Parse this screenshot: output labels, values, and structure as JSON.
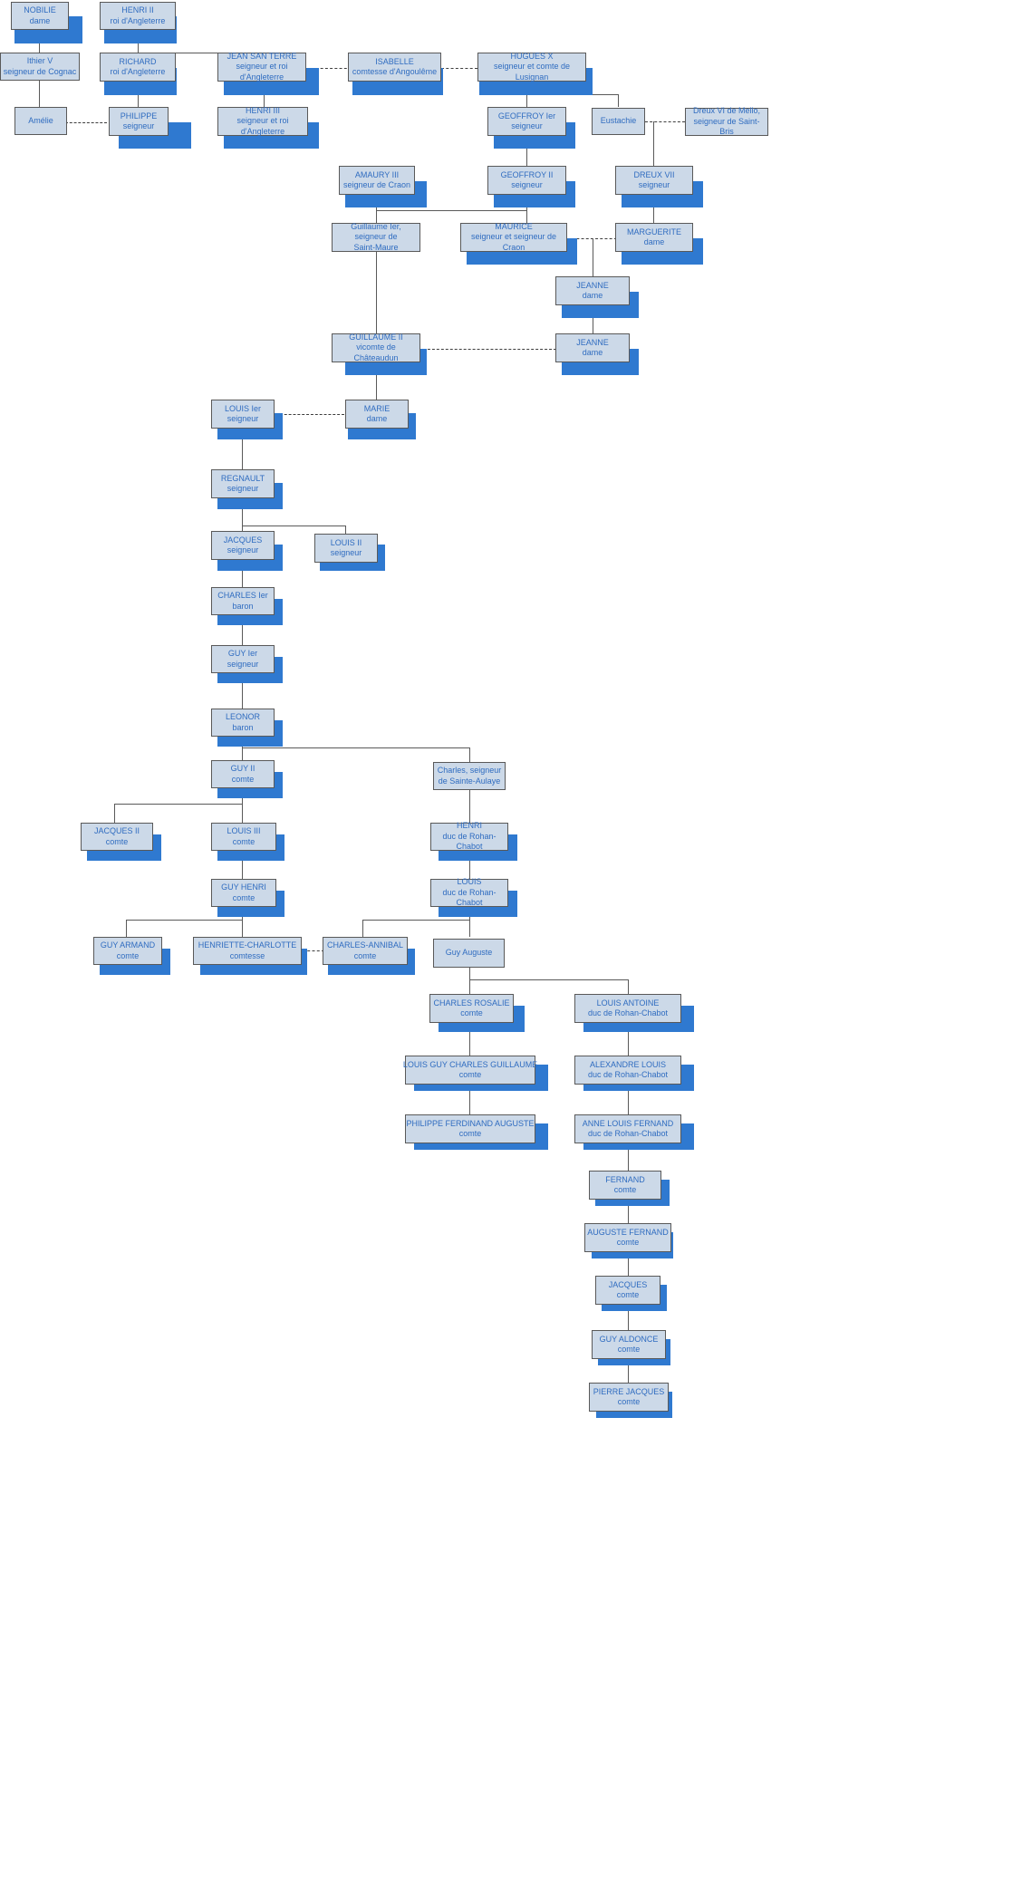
{
  "diagram": {
    "kind": "genealogy-family-tree",
    "colors": {
      "node_fill": "#ccd9e8",
      "node_border": "#595959",
      "node_text": "#2f6cc0",
      "shadow": "#2f79d0",
      "line": "#595959",
      "background": "#ffffff"
    }
  },
  "nodes": [
    {
      "id": "nobilie",
      "name": "NOBILIE",
      "title": "dame"
    },
    {
      "id": "henri2",
      "name": "HENRI II",
      "title": "roi d'Angleterre"
    },
    {
      "id": "ithier5",
      "name": "Ithier V",
      "title": "seigneur de Cognac"
    },
    {
      "id": "richard",
      "name": "RICHARD",
      "title": "roi d'Angleterre"
    },
    {
      "id": "jeansanterre",
      "name": "JEAN SAN TERRE",
      "title": "seigneur et roi d'Angleterre"
    },
    {
      "id": "isabelle",
      "name": "ISABELLE",
      "title": "comtesse d'Angoulême"
    },
    {
      "id": "huguesx",
      "name": "HUGUES X",
      "title": "seigneur et comte de Lusignan"
    },
    {
      "id": "amelie",
      "name": "Amélie",
      "title": ""
    },
    {
      "id": "philippe",
      "name": "PHILIPPE",
      "title": "seigneur"
    },
    {
      "id": "henri3",
      "name": "HENRI III",
      "title": "seigneur et roi d'Angleterre"
    },
    {
      "id": "geoffroy1",
      "name": "GEOFFROY Ier",
      "title": "seigneur"
    },
    {
      "id": "eustachie",
      "name": "Eustachie",
      "title": ""
    },
    {
      "id": "dreux6",
      "name": "Dreux VI de Mello,",
      "title": "seigneur de Saint-Bris"
    },
    {
      "id": "amaury3",
      "name": "AMAURY III",
      "title": "seigneur de Craon"
    },
    {
      "id": "geoffroy2",
      "name": "GEOFFROY II",
      "title": "seigneur"
    },
    {
      "id": "dreux7",
      "name": "DREUX VII",
      "title": "seigneur"
    },
    {
      "id": "guillaume1",
      "name": "Guillaume Ier, seigneur de",
      "title": "Saint-Maure"
    },
    {
      "id": "maurice",
      "name": "MAURICE",
      "title": "seigneur et seigneur de Craon"
    },
    {
      "id": "marguerite",
      "name": "MARGUERITE",
      "title": "dame"
    },
    {
      "id": "jeanne1",
      "name": "JEANNE",
      "title": "dame"
    },
    {
      "id": "guillaume2",
      "name": "GUILLAUME II",
      "title": "vicomte de Châteaudun"
    },
    {
      "id": "jeanne2",
      "name": "JEANNE",
      "title": "dame"
    },
    {
      "id": "louis1",
      "name": "LOUIS Ier",
      "title": "seigneur"
    },
    {
      "id": "marie",
      "name": "MARIE",
      "title": "dame"
    },
    {
      "id": "regnault",
      "name": "REGNAULT",
      "title": "seigneur"
    },
    {
      "id": "jacques",
      "name": "JACQUES",
      "title": "seigneur"
    },
    {
      "id": "louis2",
      "name": "LOUIS II",
      "title": "seigneur"
    },
    {
      "id": "charles1",
      "name": "CHARLES Ier",
      "title": "baron"
    },
    {
      "id": "guy1",
      "name": "GUY Ier",
      "title": "seigneur"
    },
    {
      "id": "leonor",
      "name": "LEONOR",
      "title": "baron"
    },
    {
      "id": "guy2",
      "name": "GUY II",
      "title": "comte"
    },
    {
      "id": "charlesaulaye",
      "name": "Charles, seigneur",
      "title": "de Sainte-Aulaye"
    },
    {
      "id": "jacques2",
      "name": "JACQUES II",
      "title": "comte"
    },
    {
      "id": "louis3",
      "name": "LOUIS III",
      "title": "comte"
    },
    {
      "id": "henri_rc",
      "name": "HENRI",
      "title": "duc de Rohan-Chabot"
    },
    {
      "id": "guyhenri",
      "name": "GUY HENRI",
      "title": "comte"
    },
    {
      "id": "louis_rc",
      "name": "LOUIS",
      "title": "duc de Rohan-Chabot"
    },
    {
      "id": "guyarmand",
      "name": "GUY ARMAND",
      "title": "comte"
    },
    {
      "id": "henriette",
      "name": "HENRIETTE-CHARLOTTE",
      "title": "comtesse"
    },
    {
      "id": "charlesannibal",
      "name": "CHARLES-ANNIBAL",
      "title": "comte"
    },
    {
      "id": "guyauguste",
      "name": "Guy Auguste",
      "title": ""
    },
    {
      "id": "charlesrosalie",
      "name": "CHARLES ROSALIE",
      "title": "comte"
    },
    {
      "id": "louisantoine",
      "name": "LOUIS ANTOINE",
      "title": "duc de Rohan-Chabot"
    },
    {
      "id": "louisguy",
      "name": "LOUIS GUY CHARLES GUILLAUME",
      "title": "comte"
    },
    {
      "id": "alexandre",
      "name": "ALEXANDRE LOUIS",
      "title": "duc de Rohan-Chabot"
    },
    {
      "id": "philippefa",
      "name": "PHILIPPE FERDINAND AUGUSTE",
      "title": "comte"
    },
    {
      "id": "annelouis",
      "name": "ANNE LOUIS FERNAND",
      "title": "duc de Rohan-Chabot"
    },
    {
      "id": "fernand",
      "name": "FERNAND",
      "title": "comte"
    },
    {
      "id": "augustefernand",
      "name": "AUGUSTE FERNAND",
      "title": "comte"
    },
    {
      "id": "jacques3",
      "name": "JACQUES",
      "title": "comte"
    },
    {
      "id": "guyaldonce",
      "name": "GUY ALDONCE",
      "title": "comte"
    },
    {
      "id": "pierrejacques",
      "name": "PIERRE JACQUES",
      "title": "comte"
    }
  ]
}
